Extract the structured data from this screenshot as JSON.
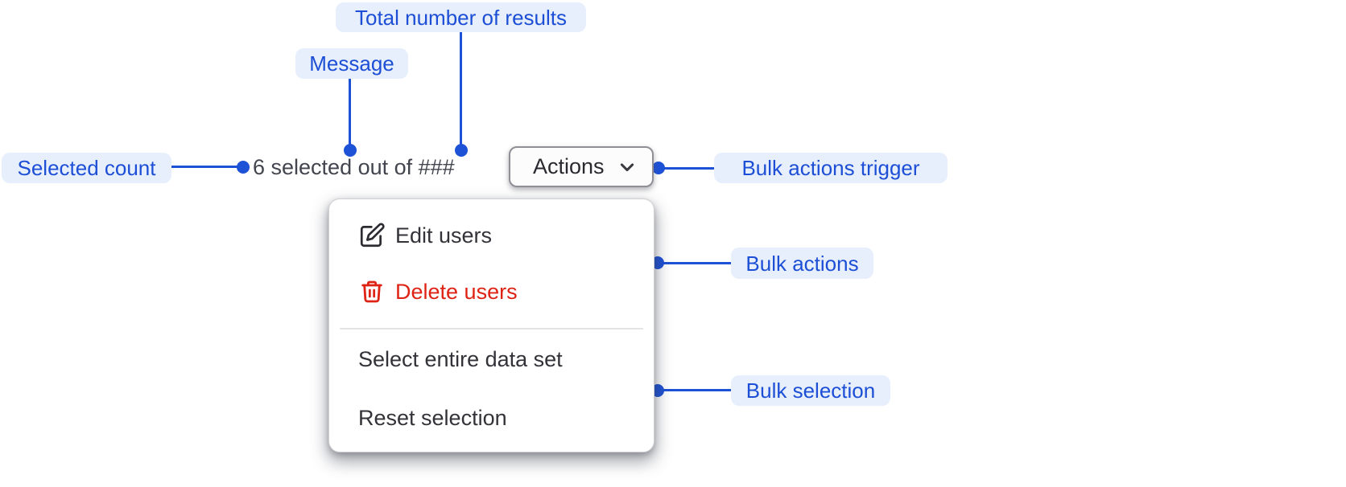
{
  "annotations": {
    "selected_count": "Selected count",
    "message": "Message",
    "total_results": "Total number of results",
    "bulk_actions_trigger": "Bulk actions trigger",
    "bulk_actions": "Bulk actions",
    "bulk_selection": "Bulk selection"
  },
  "toolbar": {
    "selection_message": "6 selected out of ###",
    "actions_label": "Actions"
  },
  "menu": {
    "items": [
      {
        "label": "Edit users",
        "icon": "pencil-square-icon",
        "variant": "default"
      },
      {
        "label": "Delete users",
        "icon": "trash-icon",
        "variant": "danger"
      },
      {
        "label": "Select entire data set",
        "icon": null,
        "variant": "default"
      },
      {
        "label": "Reset selection",
        "icon": null,
        "variant": "default"
      }
    ]
  },
  "icons": {
    "trigger": "chevron-down-icon",
    "edit": "pencil-square-icon",
    "delete": "trash-icon"
  },
  "colors": {
    "annotation_blue": "#1d51d6",
    "annotation_pill_bg": "#e8effc",
    "annotation_text": "#1c4fd6",
    "danger_red": "#de2314",
    "menu_text": "#333238",
    "message_text": "#42454e",
    "button_border": "#8f8f95",
    "divider": "#e4e4e7",
    "background": "#ffffff"
  }
}
